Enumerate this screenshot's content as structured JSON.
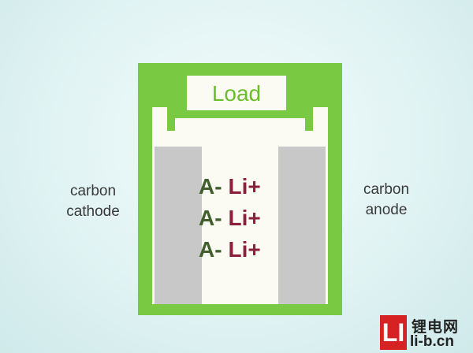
{
  "load_label": "Load",
  "cathode_label": [
    "carbon",
    "cathode"
  ],
  "anode_label": [
    "carbon",
    "anode"
  ],
  "ions": [
    {
      "anion": "A-",
      "cation": "Li+"
    },
    {
      "anion": "A-",
      "cation": "Li+"
    },
    {
      "anion": "A-",
      "cation": "Li+"
    }
  ],
  "watermark": {
    "mark": "LI",
    "name": "锂电网",
    "url": "li-b.cn"
  },
  "colors": {
    "frame_green": "#7ac943",
    "electrode_gray": "#c8c8c8",
    "electrolyte": "#fbfbf3",
    "anion": "#3f5f2c",
    "cation": "#8e1f3c",
    "logo_red": "#d62222"
  }
}
